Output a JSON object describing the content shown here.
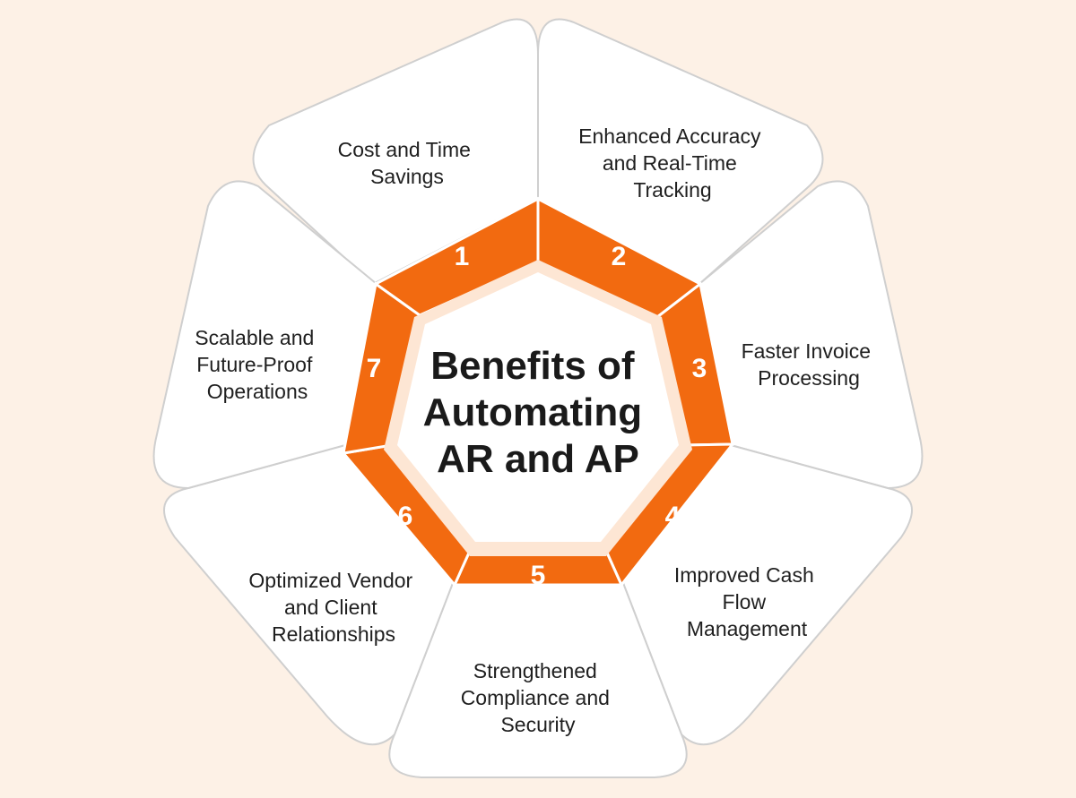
{
  "diagram": {
    "title_lines": [
      "Benefits of",
      "Automating",
      "AR and AP"
    ],
    "items": [
      {
        "number": "1",
        "lines": [
          "Cost and Time",
          "Savings"
        ]
      },
      {
        "number": "2",
        "lines": [
          "Enhanced Accuracy",
          "and Real-Time",
          "Tracking"
        ]
      },
      {
        "number": "3",
        "lines": [
          "Faster Invoice",
          "Processing"
        ]
      },
      {
        "number": "4",
        "lines": [
          "Improved Cash",
          "Flow",
          "Management"
        ]
      },
      {
        "number": "5",
        "lines": [
          "Strengthened",
          "Compliance and",
          "Security"
        ]
      },
      {
        "number": "6",
        "lines": [
          "Optimized Vendor",
          "and Client",
          "Relationships"
        ]
      },
      {
        "number": "7",
        "lines": [
          "Scalable and",
          "Future-Proof",
          "Operations"
        ]
      }
    ]
  },
  "colors": {
    "background": "#fdf1e6",
    "accent": "#f26a10",
    "petal": "#ffffff",
    "petal_border": "#cfcfcf",
    "text": "#1f1f1f"
  }
}
